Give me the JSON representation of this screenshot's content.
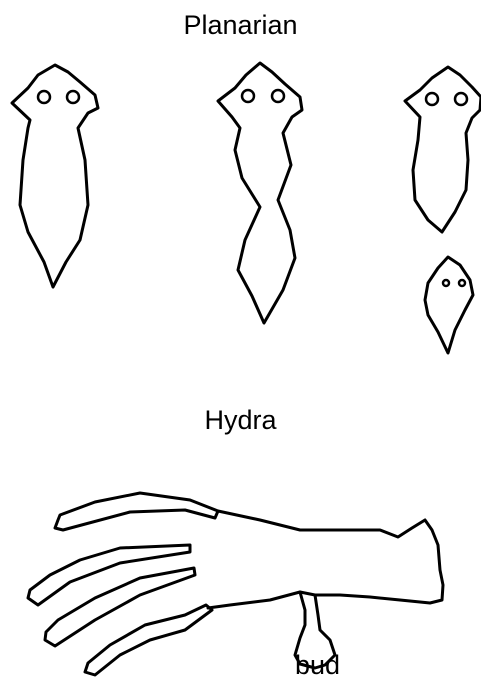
{
  "labels": {
    "planarian_title": "Planarian",
    "hydra_title": "Hydra",
    "bud": "bud"
  }
}
